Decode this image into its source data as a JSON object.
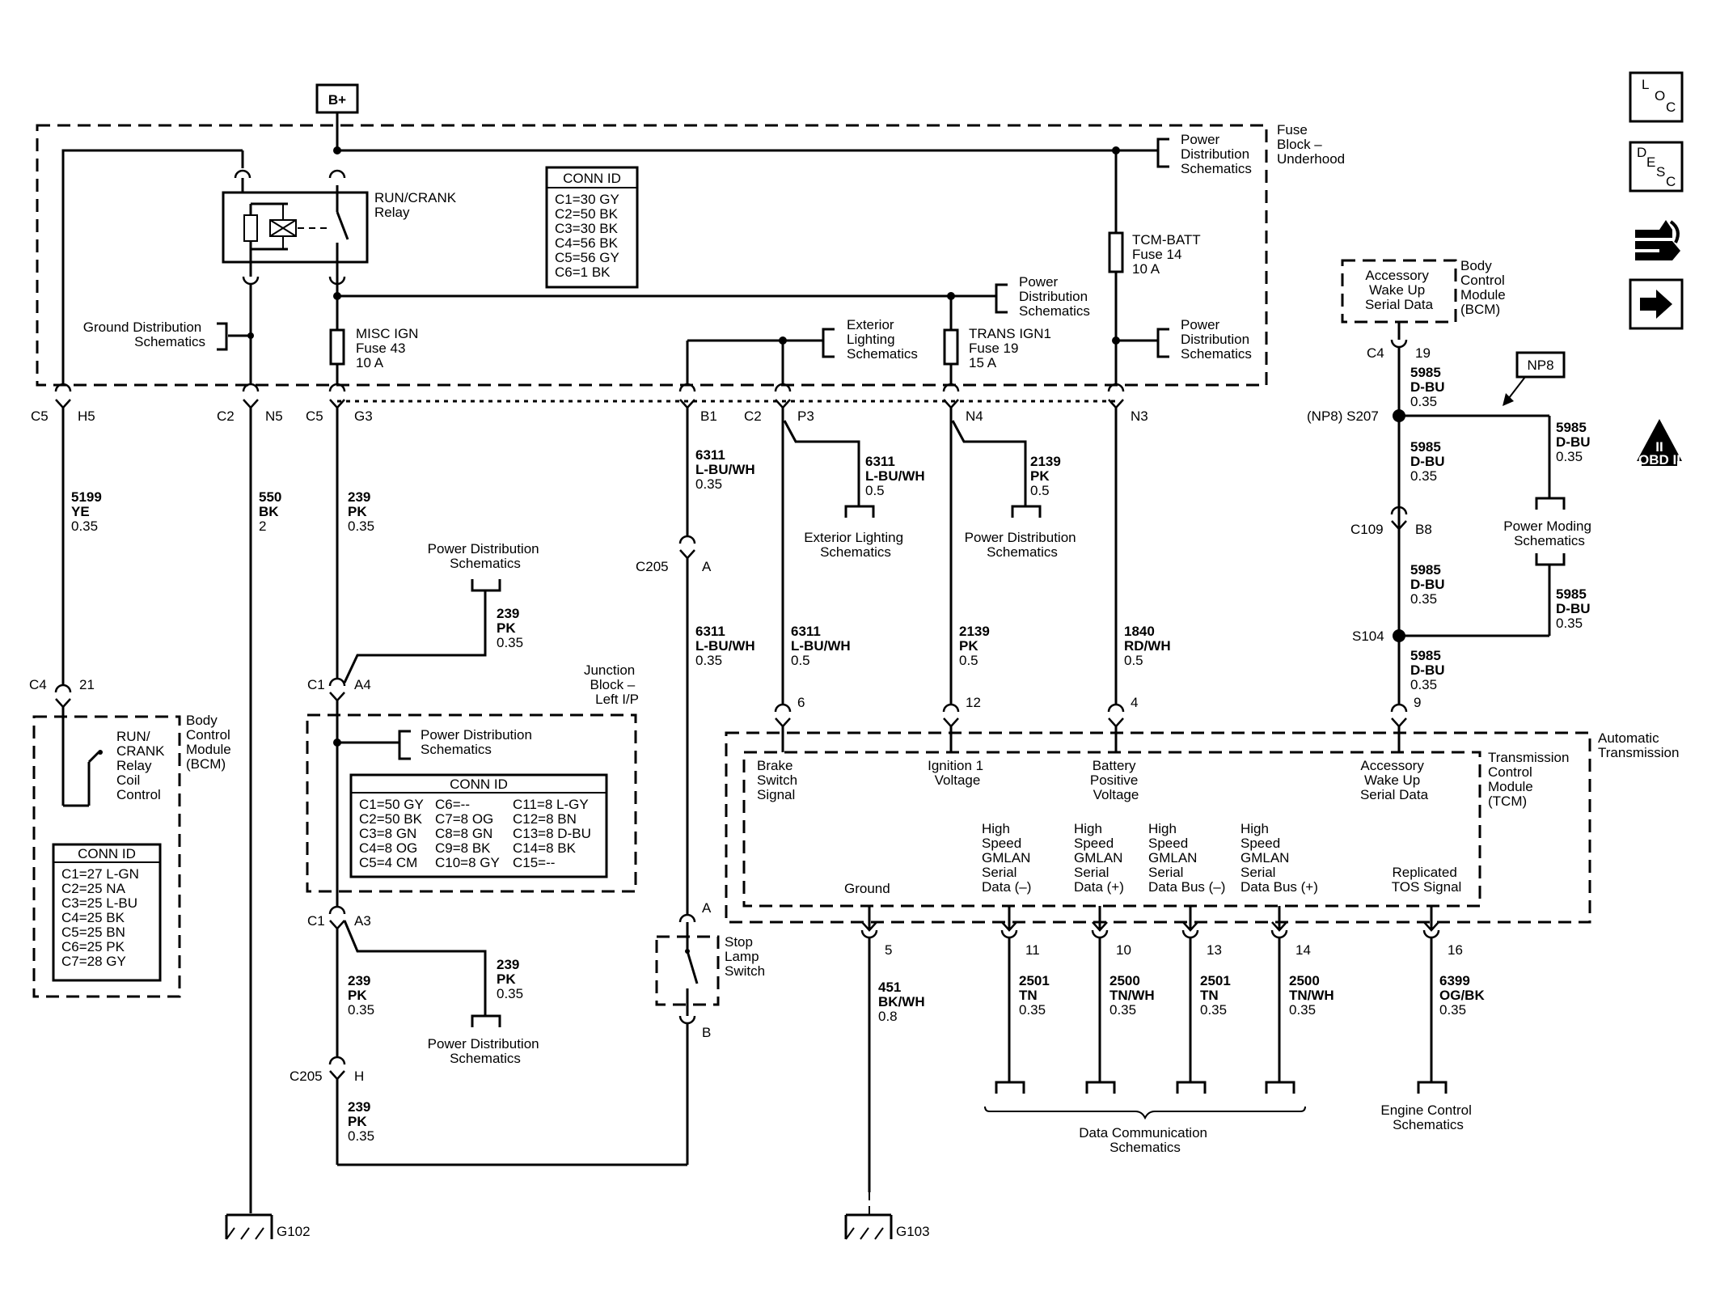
{
  "power": {
    "bplus": "B+"
  },
  "fuse_block": {
    "label": [
      "Fuse",
      "Block –",
      "Underhood"
    ],
    "pd_top": [
      "Power",
      "Distribution",
      "Schematics"
    ],
    "pd_mid": [
      "Power",
      "Distribution",
      "Schematics"
    ],
    "pd_right": [
      "Power",
      "Distribution",
      "Schematics"
    ],
    "ground_dist": [
      "Ground Distribution",
      "Schematics"
    ],
    "ext_light": [
      "Exterior",
      "Lighting",
      "Schematics"
    ],
    "relay": [
      "RUN/CRANK",
      "Relay"
    ],
    "misc_ign": [
      "MISC IGN",
      "Fuse 43",
      "10 A"
    ],
    "trans_ign": [
      "TRANS IGN1",
      "Fuse 19",
      "15 A"
    ],
    "tcm_batt": [
      "TCM-BATT",
      "Fuse 14",
      "10 A"
    ],
    "conn_title": "CONN ID",
    "conn_items": [
      "C1=30 GY",
      "C2=50 BK",
      "C3=30 BK",
      "C4=56 BK",
      "C5=56 GY",
      "C6=1 BK"
    ]
  },
  "connectors": {
    "c5h5": [
      "C5",
      "H5"
    ],
    "c2n5": [
      "C2",
      "N5"
    ],
    "c5g3": [
      "C5",
      "G3"
    ],
    "b1": "B1",
    "c2p3": [
      "C2",
      "P3"
    ],
    "n4": "N4",
    "n3": "N3",
    "c4_21": [
      "C4",
      "21"
    ],
    "c1a4": [
      "C1",
      "A4"
    ],
    "c1a3": [
      "C1",
      "A3"
    ],
    "c205h": [
      "C205",
      "H"
    ],
    "c205a": [
      "C205",
      "A"
    ],
    "stop_a": "A",
    "stop_b": "B",
    "c4_19": [
      "C4",
      "19"
    ],
    "s207": "(NP8) S207",
    "c109b8": [
      "C109",
      "B8"
    ],
    "s104": "S104",
    "np8": "NP8",
    "pin6": "6",
    "pin12": "12",
    "pin4": "4",
    "pin9": "9",
    "pin5": "5",
    "pin11": "11",
    "pin10": "10",
    "pin13": "13",
    "pin14": "14",
    "pin16": "16"
  },
  "wires": {
    "w5199": [
      "5199",
      "YE",
      "0.35"
    ],
    "w550": [
      "550",
      "BK",
      "2"
    ],
    "w239a": [
      "239",
      "PK",
      "0.35"
    ],
    "w239b": [
      "239",
      "PK",
      "0.35"
    ],
    "w239c": [
      "239",
      "PK",
      "0.35"
    ],
    "w239d": [
      "239",
      "PK",
      "0.35"
    ],
    "w239e": [
      "239",
      "PK",
      "0.35"
    ],
    "w6311a": [
      "6311",
      "L-BU/WH",
      "0.35"
    ],
    "w6311b": [
      "6311",
      "L-BU/WH",
      "0.35"
    ],
    "w6311c": [
      "6311",
      "L-BU/WH",
      "0.5"
    ],
    "w6311d": [
      "6311",
      "L-BU/WH",
      "0.5"
    ],
    "w2139a": [
      "2139",
      "PK",
      "0.5"
    ],
    "w2139b": [
      "2139",
      "PK",
      "0.5"
    ],
    "w1840": [
      "1840",
      "RD/WH",
      "0.5"
    ],
    "w5985a": [
      "5985",
      "D-BU",
      "0.35"
    ],
    "w5985b": [
      "5985",
      "D-BU",
      "0.35"
    ],
    "w5985c": [
      "5985",
      "D-BU",
      "0.35"
    ],
    "w5985d": [
      "5985",
      "D-BU",
      "0.35"
    ],
    "w5985e": [
      "5985",
      "D-BU",
      "0.35"
    ],
    "w5985f": [
      "5985",
      "D-BU",
      "0.35"
    ],
    "w451": [
      "451",
      "BK/WH",
      "0.8"
    ],
    "w2501a": [
      "2501",
      "TN",
      "0.35"
    ],
    "w2500a": [
      "2500",
      "TN/WH",
      "0.35"
    ],
    "w2501b": [
      "2501",
      "TN",
      "0.35"
    ],
    "w2500b": [
      "2500",
      "TN/WH",
      "0.35"
    ],
    "w6399": [
      "6399",
      "OG/BK",
      "0.35"
    ]
  },
  "bcm_left": {
    "label": [
      "Body",
      "Control",
      "Module",
      "(BCM)"
    ],
    "relay_ctrl": [
      "RUN/",
      "CRANK",
      "Relay",
      "Coil",
      "Control"
    ],
    "conn_title": "CONN ID",
    "conn_items": [
      "C1=27 L-GN",
      "C2=25 NA",
      "C3=25 L-BU",
      "C4=25 BK",
      "C5=25 BN",
      "C6=25 PK",
      "C7=28 GY"
    ]
  },
  "junction_block": {
    "label": [
      "Junction",
      "Block –",
      "Left I/P"
    ],
    "pd_inner": [
      "Power Distribution",
      "Schematics"
    ],
    "conn_title": "CONN ID",
    "conn_col1": [
      "C1=50 GY",
      "C2=50 BK",
      "C3=8 GN",
      "C4=8 OG",
      "C5=4 CM"
    ],
    "conn_col2": [
      "C6=--",
      "C7=8 OG",
      "C8=8 GN",
      "C9=8 BK",
      "C10=8 GY"
    ],
    "conn_col3": [
      "C11=8 L-GY",
      "C12=8 BN",
      "C13=8 D-BU",
      "C14=8 BK",
      "C15=--"
    ]
  },
  "external": {
    "pd_upper": [
      "Power Distribution",
      "Schematics"
    ],
    "pd_lower": [
      "Power Distribution",
      "Schematics"
    ],
    "ext_light_bottom": [
      "Exterior Lighting",
      "Schematics"
    ],
    "pd_2139": [
      "Power Distribution",
      "Schematics"
    ],
    "stop_lamp": [
      "Stop",
      "Lamp",
      "Switch"
    ],
    "power_moding": [
      "Power Moding",
      "Schematics"
    ],
    "data_comm": [
      "Data Communication",
      "Schematics"
    ],
    "engine_ctrl": [
      "Engine Control",
      "Schematics"
    ],
    "bcm_right": [
      "Body",
      "Control",
      "Module",
      "(BCM)"
    ],
    "acc_wake_box": [
      "Accessory",
      "Wake Up",
      "Serial Data"
    ]
  },
  "tcm": {
    "auto_trans": [
      "Automatic",
      "Transmission"
    ],
    "label": [
      "Transmission",
      "Control",
      "Module",
      "(TCM)"
    ],
    "brake": [
      "Brake",
      "Switch",
      "Signal"
    ],
    "ign1": [
      "Ignition 1",
      "Voltage"
    ],
    "batt": [
      "Battery",
      "Positive",
      "Voltage"
    ],
    "acc": [
      "Accessory",
      "Wake Up",
      "Serial Data"
    ],
    "hs1": [
      "High",
      "Speed",
      "GMLAN",
      "Serial",
      "Data (–)"
    ],
    "hs2": [
      "High",
      "Speed",
      "GMLAN",
      "Serial",
      "Data (+)"
    ],
    "hs3": [
      "High",
      "Speed",
      "GMLAN",
      "Serial",
      "Data Bus (–)"
    ],
    "hs4": [
      "High",
      "Speed",
      "GMLAN",
      "Serial",
      "Data Bus (+)"
    ],
    "ground": "Ground",
    "tos": [
      "Replicated",
      "TOS Signal"
    ]
  },
  "grounds": {
    "g102": "G102",
    "g103": "G103"
  },
  "nav_icons": {
    "loc": [
      "L",
      "O",
      "C"
    ],
    "desc": [
      "D",
      "E",
      "S",
      "C"
    ],
    "obd": "OBD II",
    "obd_mark": "II"
  }
}
